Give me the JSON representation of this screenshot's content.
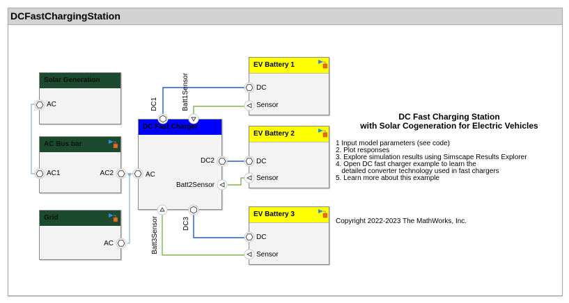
{
  "window": {
    "title": "DCFastChargingStation"
  },
  "colors": {
    "electrical_line": "#0033dd",
    "ac_line": "#7fb3d5",
    "signal_line": "#66a832",
    "header_green": "#1c4a2e",
    "header_yellow": "#ffff00",
    "header_blue": "#0000ff"
  },
  "blocks": {
    "solar": {
      "title": "Solar Generation",
      "ports": {
        "ac": "AC"
      }
    },
    "busbar": {
      "title": "AC Bus bar",
      "ports": {
        "ac1": "AC1",
        "ac2": "AC2"
      }
    },
    "grid": {
      "title": "Grid",
      "ports": {
        "ac": "AC"
      }
    },
    "charger": {
      "title": "DC Fast Charger",
      "ports": {
        "ac": "AC",
        "dc1": "DC1",
        "batt1": "Batt1Sensor",
        "dc2": "DC2",
        "batt2": "Batt2Sensor",
        "dc3": "DC3",
        "batt3": "Batt3Sensor"
      }
    },
    "ev1": {
      "title": "EV Battery 1",
      "ports": {
        "dc": "DC",
        "sensor": "Sensor"
      }
    },
    "ev2": {
      "title": "EV Battery 2",
      "ports": {
        "dc": "DC",
        "sensor": "Sensor"
      }
    },
    "ev3": {
      "title": "EV Battery 3",
      "ports": {
        "dc": "DC",
        "sensor": "Sensor"
      }
    }
  },
  "annotation": {
    "title_line1": "DC Fast Charging Station",
    "title_line2": "with Solar Cogeneration for Electric Vehicles",
    "items": [
      "1  Input model parameters (see code)",
      "2. Plot responses",
      "3. Explore simulation results using Simscape Results Explorer",
      "4. Open DC fast charger example to learn the",
      "   detailed converter technology used in fast chargers",
      "5. Learn more about this example"
    ],
    "copyright": "Copyright 2022-2023 The MathWorks, Inc."
  }
}
